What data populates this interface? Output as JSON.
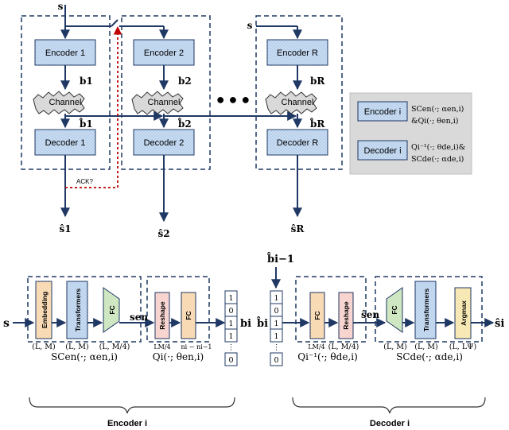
{
  "top": {
    "source": "s",
    "encoders": [
      "Encoder 1",
      "Encoder 2",
      "Encoder R"
    ],
    "decoders": [
      "Decoder 1",
      "Decoder 2",
      "Decoder R"
    ],
    "channel": "Channel",
    "bits": [
      "b1",
      "b2",
      "bR"
    ],
    "bits_hat": [
      "b̂1",
      "b̂2",
      "b̂R"
    ],
    "outputs": [
      "ŝ1",
      "ŝ2",
      "ŝR"
    ],
    "ack": "ACK?",
    "ellipsis": "● ● ●"
  },
  "legend": {
    "encoder_label": "Encoder i",
    "encoder_desc_1": "SCen(·; αen,i)",
    "encoder_desc_2": "&Qi(·; θen,i)",
    "decoder_label": "Decoder i",
    "decoder_desc_1": "Qi⁻¹(·; θde,i)&",
    "decoder_desc_2": "SCde(·; αde,i)"
  },
  "encoder_detail": {
    "input": "s",
    "blocks": [
      "Embedding",
      "Transformers",
      "FC"
    ],
    "dims": [
      "(L, M)",
      "(L, M)",
      "(L, M/4)"
    ],
    "sc_label": "SCen(·; αen,i)",
    "s_en": "sen",
    "q_blocks": [
      "Reshape",
      "FC"
    ],
    "q_dims": [
      "LM/4",
      "ni − ni−1"
    ],
    "q_label": "Qi(·; θen,i)",
    "bits": [
      "1",
      "0",
      "1",
      "1",
      "⋮",
      "0"
    ],
    "output": "bi",
    "caption": "Encoder i"
  },
  "decoder_detail": {
    "input_top": "b̂i−1",
    "input": "b̂i",
    "bits": [
      "1",
      "0",
      "1",
      "1",
      "⋮",
      "0"
    ],
    "q_blocks": [
      "FC",
      "Reshape"
    ],
    "q_dims": [
      "LM/4",
      "(L, M/4)"
    ],
    "q_label": "Qi⁻¹(·; θde,i)",
    "s_en_hat": "ŝen",
    "blocks": [
      "FC",
      "Transformers",
      "Argmax"
    ],
    "dims": [
      "(L, M)",
      "(L, M)",
      "(L, LΨ)"
    ],
    "sc_label": "SCde(·; αde,i)",
    "output": "ŝi",
    "caption": "Decoder i"
  }
}
